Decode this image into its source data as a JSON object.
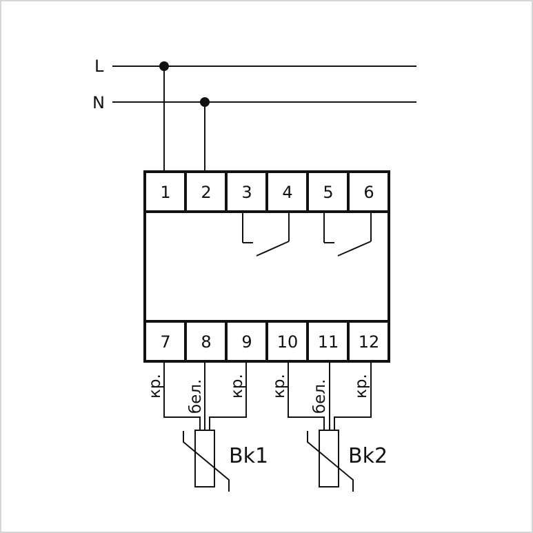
{
  "lines": {
    "L": "L",
    "N": "N"
  },
  "terminals_top": [
    "1",
    "2",
    "3",
    "4",
    "5",
    "6"
  ],
  "terminals_bottom": [
    "7",
    "8",
    "9",
    "10",
    "11",
    "12"
  ],
  "wire_labels": [
    "кр.",
    "бел.",
    "кр.",
    "кр.",
    "бел.",
    "кр."
  ],
  "sensors": [
    "Bk1",
    "Bk2"
  ]
}
